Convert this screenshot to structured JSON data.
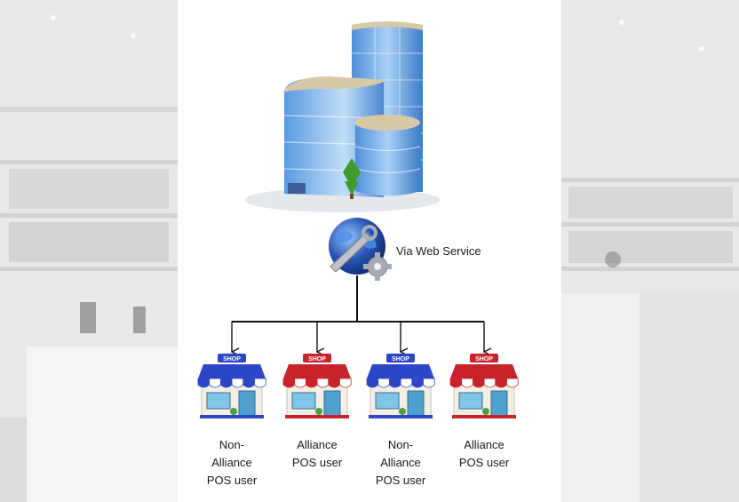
{
  "connector_label": "Via Web Service",
  "shops": [
    {
      "label": "Non-\nAlliance\nPOS user",
      "awning": "blue",
      "sign": "SHOP"
    },
    {
      "label": "Alliance\nPOS user",
      "awning": "red",
      "sign": "SHOP"
    },
    {
      "label": "Non-\nAlliance\nPOS user",
      "awning": "blue",
      "sign": "SHOP"
    },
    {
      "label": "Alliance\nPOS user",
      "awning": "red",
      "sign": "SHOP"
    }
  ],
  "colors": {
    "blue_awning": "#2b47c8",
    "red_awning": "#c8232b",
    "building_glass": "#7fb2e6",
    "globe": "#2a58b8",
    "connector": "#111111"
  }
}
